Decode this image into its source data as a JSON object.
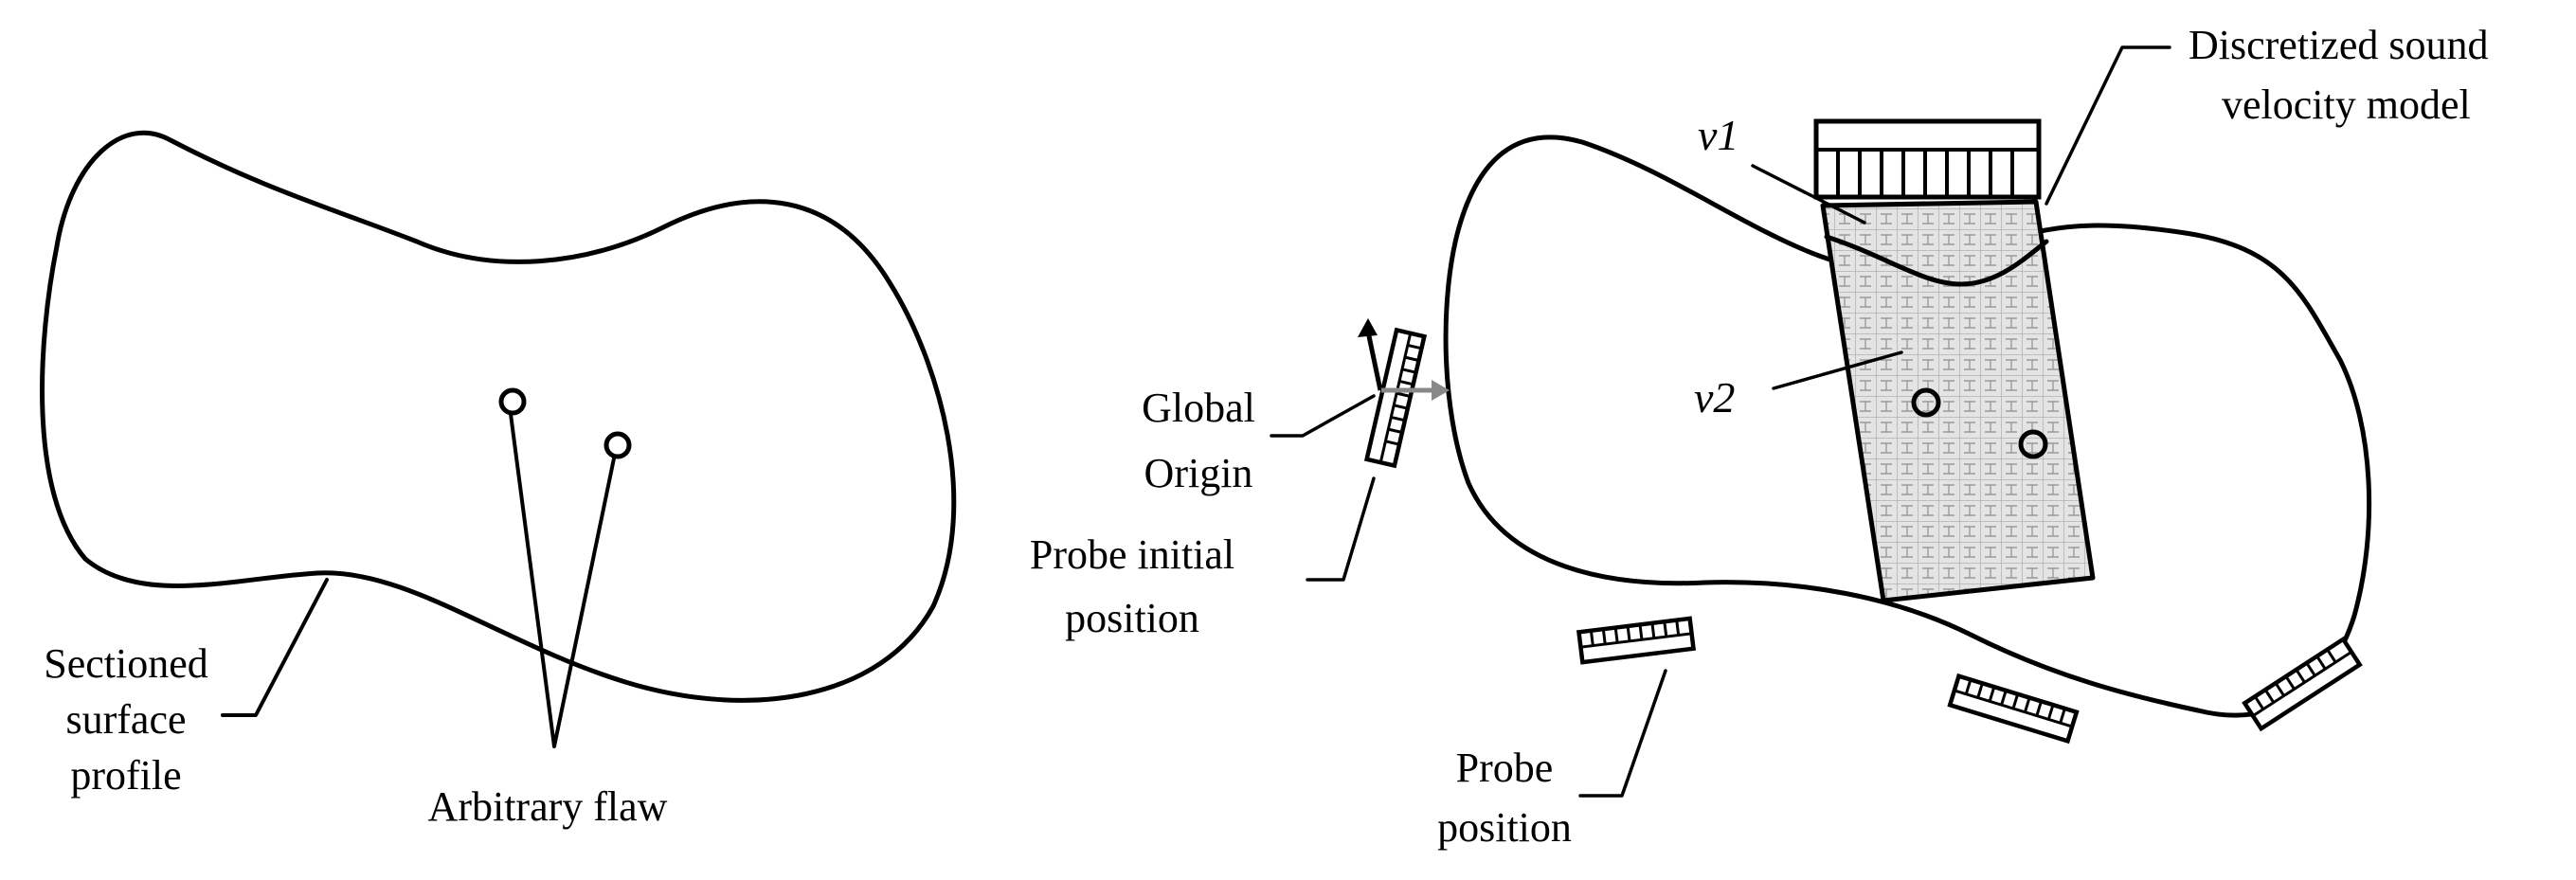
{
  "figure": {
    "left_panel": {
      "label_surface_line1": "Sectioned",
      "label_surface_line2": "surface",
      "label_surface_line3": "profile",
      "label_flaw": "Arbitrary flaw"
    },
    "right_panel": {
      "label_model_line1": "Discretized sound",
      "label_model_line2": "velocity model",
      "label_v1": "v1",
      "label_v2": "v2",
      "label_origin_line1": "Global",
      "label_origin_line2": "Origin",
      "label_initial_line1": "Probe initial",
      "label_initial_line2": "position",
      "label_probe_line1": "Probe",
      "label_probe_line2": "position"
    },
    "colors": {
      "line": "#000000",
      "grid_fill": "#dcdcdc",
      "grid_pattern": "#9a9a9a",
      "origin_arrow": "#888888"
    }
  }
}
